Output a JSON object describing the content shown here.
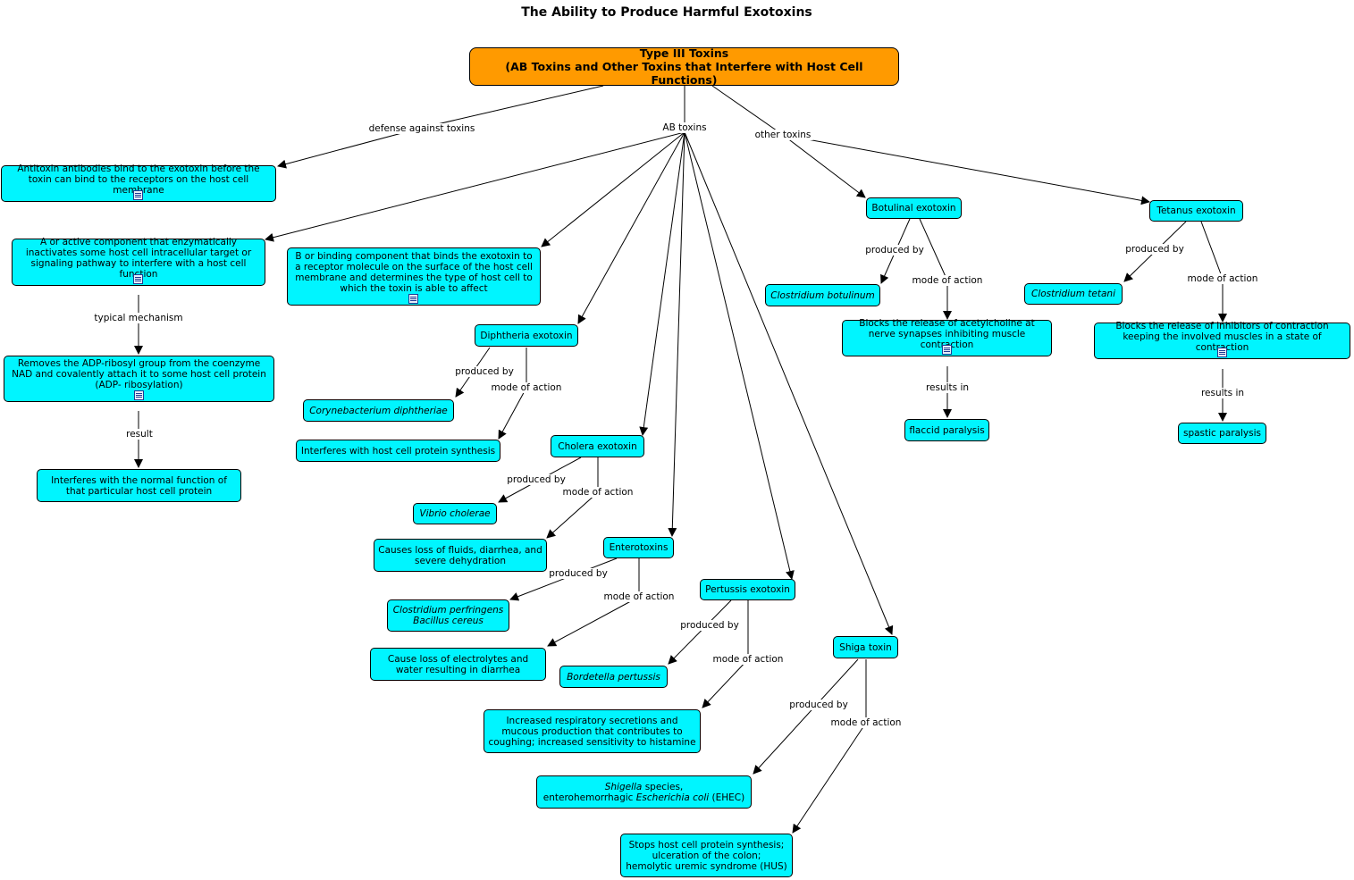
{
  "title": "The Ability to Produce Harmful Exotoxins",
  "colors": {
    "root_fill": "#ff9a00",
    "node_fill": "#00f5ff",
    "line": "#000000"
  },
  "nodes": {
    "root": "Type III Toxins\n(AB Toxins and Other Toxins that Interfere with Host Cell Functions)",
    "antitoxin": "Antitoxin antibodies bind to the exotoxin before the toxin can bind to the receptors on the host cell membrane",
    "a_component": "A or active component that enzymatically inactivates some host cell intracellular target or signaling pathway to interfere with a host cell function",
    "b_component": "B or binding component that binds the exotoxin to a receptor molecule on the surface of the host cell membrane and determines the type of host cell to which the toxin is able to affect",
    "adp": "Removes the ADP-ribosyl group from the coenzyme NAD and covalently attach it to some host cell protein\n(ADP- ribosylation)",
    "interferes_normal": "Interferes with the normal function of that particular host cell protein",
    "diphtheria": "Diphtheria exotoxin",
    "corynebacterium": "Corynebacterium diphtheriae",
    "diph_action": "Interferes with host cell protein synthesis",
    "cholera": "Cholera exotoxin",
    "vibrio": "Vibrio cholerae",
    "cholera_action": "Causes loss of fluids, diarrhea, and severe dehydration",
    "enterotoxins": "Enterotoxins",
    "clostridium_perf": "Clostridium perfringens\nBacillus cereus",
    "entero_action": "Cause loss of electrolytes and water resulting in diarrhea",
    "pertussis": "Pertussis exotoxin",
    "bordetella": "Bordetella pertussis",
    "pertussis_action": "Increased respiratory secretions and mucous production that contributes to coughing; increased sensitivity to histamine",
    "shiga": "Shiga toxin",
    "shigella_a": "Shigella",
    "shigella_b": " species,\nenterohemorrhagic ",
    "shigella_c": "Escherichia coli",
    "shigella_d": " (EHEC)",
    "shiga_action": "Stops host cell protein synthesis;\nulceration of the colon;\nhemolytic uremic syndrome (HUS)",
    "botulinal": "Botulinal exotoxin",
    "clostridium_bot": "Clostridium botulinum",
    "botulinal_action": "Blocks the release of acetylcholine at nerve synapses inhibiting muscle contraction",
    "flaccid": "flaccid paralysis",
    "tetanus": "Tetanus exotoxin",
    "clostridium_tet": "Clostridium tetani",
    "tetanus_action": "Blocks the release of inhibitors of contraction keeping the involved muscles in a state of contraction",
    "spastic": "spastic paralysis"
  },
  "labels": {
    "defense": "defense against toxins",
    "ab": "AB toxins",
    "other": "other toxins",
    "typical": "typical mechanism",
    "result": "result",
    "diph_prod": "produced by",
    "diph_mode": "mode of action",
    "chol_prod": "produced by",
    "chol_mode": "mode of action",
    "ent_prod": "produced by",
    "ent_mode": "mode of action",
    "pert_prod": "produced by",
    "pert_mode": "mode of action",
    "shiga_prod": "produced by",
    "shiga_mode": "mode of action",
    "bot_prod": "produced by",
    "bot_mode": "mode of action",
    "bot_results": "results in",
    "tet_prod": "produced by",
    "tet_mode": "mode of action",
    "tet_results": "results in"
  }
}
